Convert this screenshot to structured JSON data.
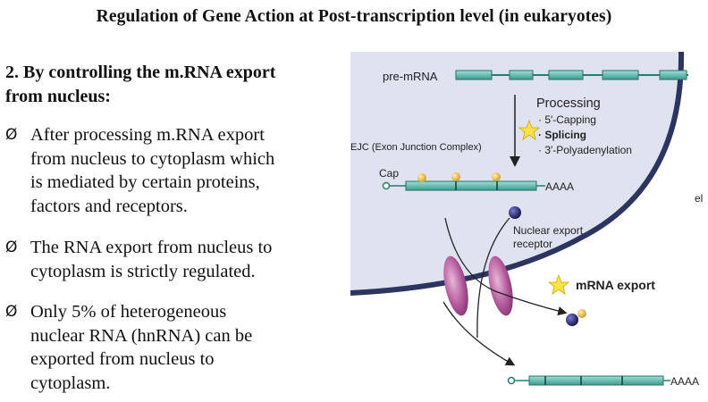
{
  "title": "Regulation of Gene Action at Post-transcription level (in eukaryotes)",
  "subheading": {
    "line1": "2. By controlling the m.RNA export",
    "line2": "from nucleus:"
  },
  "bullets": [
    {
      "marker": "Ø",
      "lines": [
        "After processing m.RNA export",
        "from nucleus to cytoplasm which",
        "is mediated by certain proteins,",
        "factors and receptors."
      ]
    },
    {
      "marker": "Ø",
      "lines": [
        "The RNA export from nucleus to",
        "cytoplasm  is strictly regulated."
      ]
    },
    {
      "marker": "Ø",
      "lines": [
        "Only 5% of heterogeneous",
        "nuclear RNA (hnRNA) can be",
        "exported from nucleus to",
        "cytoplasm."
      ]
    }
  ],
  "figure": {
    "pre_mrna": "pre-mRNA",
    "processing": "Processing",
    "steps": [
      "· 5′-Capping",
      "· Splicing",
      "· 3′-Polyadenylation"
    ],
    "ejc": "EJC (Exon Junction Complex)",
    "cap": "Cap",
    "polya_1": "AAAA",
    "polya_2": "AAAA",
    "receptor_line1": "Nuclear export",
    "receptor_line2": "receptor",
    "export": "mRNA export",
    "edge_text": "el",
    "colors": {
      "exon": "#5bbcb0",
      "membrane": "#2c3560",
      "nucleus_bg": "#dfe2ef",
      "pore": "#b45a9c",
      "ejc": "#e8b84a",
      "star": "#ffe24a",
      "receptor": "#26266a"
    }
  }
}
